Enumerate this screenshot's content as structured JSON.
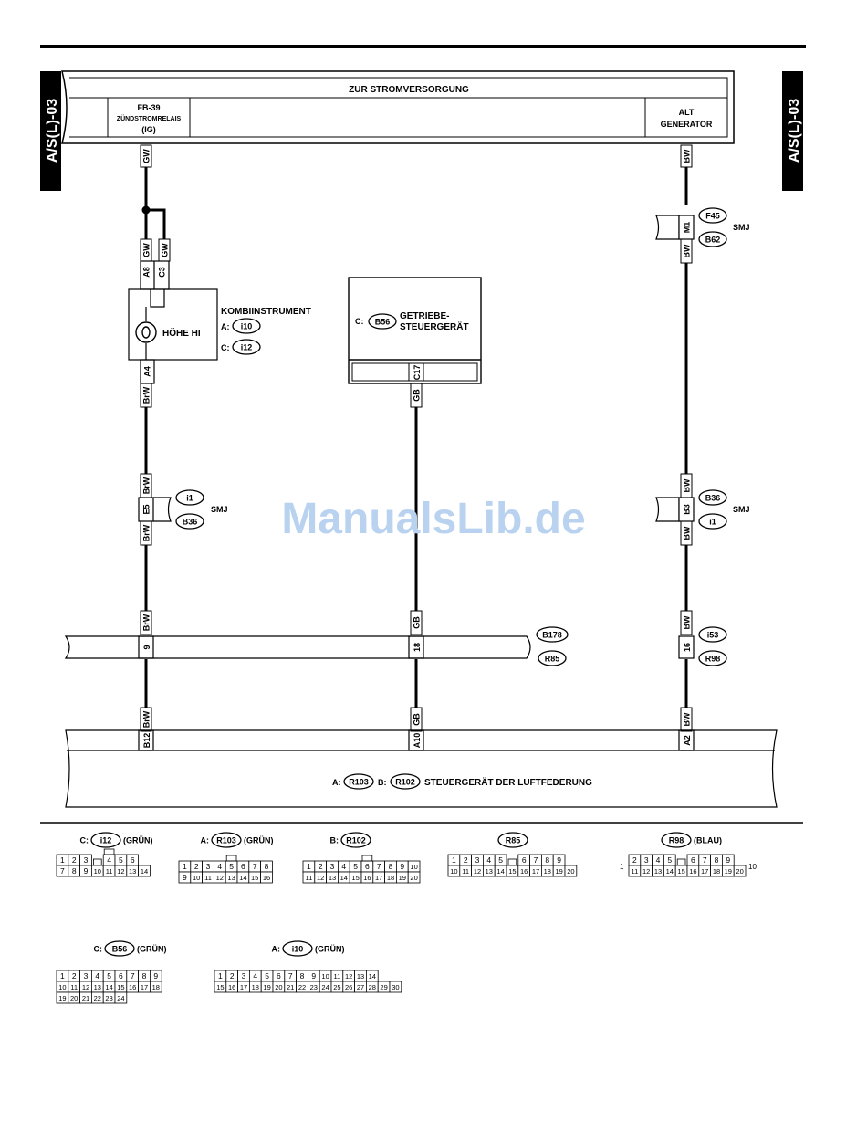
{
  "page": {
    "side_tab": "A/S(L)-03",
    "watermark": "ManualsLib.de"
  },
  "power": {
    "title": "ZUR STROMVERSORGUNG",
    "left_id": "FB-39",
    "left_name": "ZÜNDSTROMRELAIS",
    "left_mode": "(IG)",
    "right_l1": "ALT",
    "right_l2": "GENERATOR"
  },
  "wires": {
    "GW": "GW",
    "BW": "BW",
    "BrW": "BrW",
    "GB": "GB"
  },
  "kombi": {
    "name": "KOMBIINSTRUMENT",
    "lamp": "HÖHE HI",
    "pA": "A:",
    "cA": "i10",
    "pC": "C:",
    "cC": "i12",
    "pin_a8": "A8",
    "pin_c3": "C3",
    "pin_a4": "A4"
  },
  "tcu": {
    "prefix": "C:",
    "conn": "B56",
    "l1": "GETRIEBE-",
    "l2": "STEUERGERÄT",
    "pin": "C17"
  },
  "smj_top_right": {
    "c1": "F45",
    "c2": "B62",
    "label": "SMJ",
    "pin": "M1"
  },
  "smj_mid_left": {
    "c1": "i1",
    "c2": "B36",
    "label": "SMJ",
    "pin": "E5"
  },
  "smj_mid_right": {
    "c1": "B36",
    "c2": "i1",
    "label": "SMJ",
    "pin": "B3"
  },
  "harness": {
    "c1": "B178",
    "c2": "R85",
    "pin_l": "9",
    "pin_m": "18",
    "r_c1": "i53",
    "r_c2": "R98",
    "r_pin": "16"
  },
  "ecu": {
    "pa": "A:",
    "ca": "R103",
    "pb": "B:",
    "cb": "R102",
    "name": "STEUERGERÄT DER LUFTFEDERUNG",
    "pin_l": "B12",
    "pin_m": "A10",
    "pin_r": "A2"
  },
  "legend": [
    {
      "prefix": "C:",
      "conn": "i12",
      "suffix": "(GRÜN)",
      "rows": [
        [
          "1",
          "2",
          "3",
          "",
          "4",
          "5",
          "6"
        ],
        [
          "7",
          "8",
          "9",
          "10",
          "11",
          "12",
          "13",
          "14"
        ]
      ]
    },
    {
      "prefix": "A:",
      "conn": "R103",
      "suffix": "(GRÜN)",
      "rows": [
        [
          "1",
          "2",
          "3",
          "4",
          "5",
          "6",
          "7",
          "8"
        ],
        [
          "9",
          "10",
          "11",
          "12",
          "13",
          "14",
          "15",
          "16"
        ]
      ]
    },
    {
      "prefix": "B:",
      "conn": "R102",
      "suffix": "",
      "rows": [
        [
          "1",
          "2",
          "3",
          "4",
          "5",
          "6",
          "7",
          "8",
          "9",
          "10"
        ],
        [
          "11",
          "12",
          "13",
          "14",
          "15",
          "16",
          "17",
          "18",
          "19",
          "20"
        ]
      ]
    },
    {
      "prefix": "",
      "conn": "R85",
      "suffix": "",
      "rows": [
        [
          "1",
          "2",
          "3",
          "4",
          "5",
          "",
          "6",
          "7",
          "8",
          "9"
        ],
        [
          "10",
          "11",
          "12",
          "13",
          "14",
          "15",
          "16",
          "17",
          "18",
          "19",
          "20"
        ]
      ]
    },
    {
      "prefix": "",
      "conn": "R98",
      "suffix": "(BLAU)",
      "rows": [
        [
          "2",
          "3",
          "4",
          "5",
          "",
          "6",
          "7",
          "8",
          "9"
        ],
        [
          "11",
          "12",
          "13",
          "14",
          "15",
          "16",
          "17",
          "18",
          "19",
          "20"
        ]
      ],
      "side": [
        "1",
        "10"
      ]
    },
    {
      "prefix": "C:",
      "conn": "B56",
      "suffix": "(GRÜN)",
      "rows": [
        [
          "1",
          "2",
          "3",
          "4",
          "5",
          "6",
          "7",
          "8",
          "9"
        ],
        [
          "10",
          "11",
          "12",
          "13",
          "14",
          "15",
          "16",
          "17",
          "18"
        ],
        [
          "19",
          "20",
          "21",
          "22",
          "23",
          "24"
        ]
      ]
    },
    {
      "prefix": "A:",
      "conn": "i10",
      "suffix": "(GRÜN)",
      "rows": [
        [
          "1",
          "2",
          "3",
          "4",
          "5",
          "6",
          "7",
          "8",
          "9",
          "10",
          "11",
          "12",
          "13",
          "14"
        ],
        [
          "15",
          "16",
          "17",
          "18",
          "19",
          "20",
          "21",
          "22",
          "23",
          "24",
          "25",
          "26",
          "27",
          "28",
          "29",
          "30"
        ]
      ]
    }
  ]
}
